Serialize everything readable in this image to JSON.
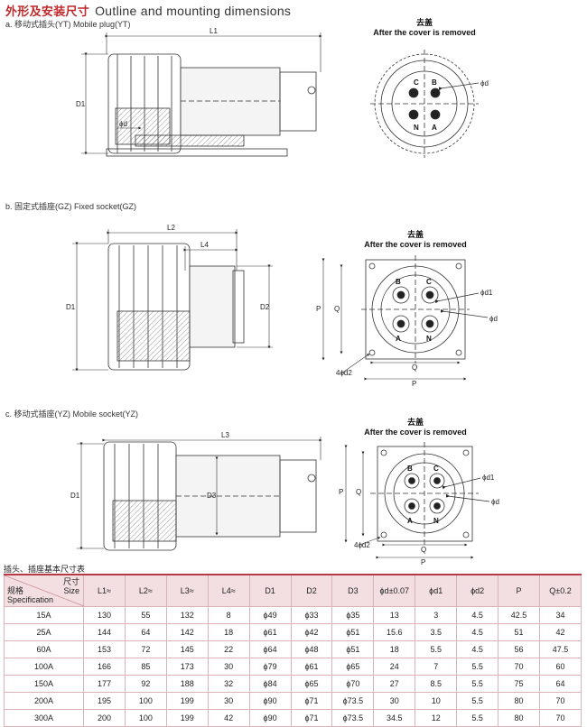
{
  "title_cn": "外形及安装尺寸",
  "title_en": "Outline and mounting dimensions",
  "sections": {
    "a": {
      "label": "a. 移动式插头(YT)  Mobile plug(YT)",
      "cover_cn": "去盖",
      "cover_en": "After the cover is removed"
    },
    "b": {
      "label": "b. 固定式插座(GZ)  Fixed socket(GZ)",
      "cover_cn": "去盖",
      "cover_en": "After the cover is removed"
    },
    "c": {
      "label": "c. 移动式插座(YZ)  Mobile socket(YZ)",
      "cover_cn": "去盖",
      "cover_en": "After the cover is removed"
    }
  },
  "dims": {
    "L1": "L1",
    "L2": "L2",
    "L3": "L3",
    "L4": "L4",
    "D1": "D1",
    "D2": "D2",
    "D3": "D3",
    "phi_d": "ϕd",
    "phi_d1": "ϕd1",
    "four_phi_d2": "4ϕd2",
    "P": "P",
    "Q": "Q"
  },
  "pins": [
    "C",
    "B",
    "N",
    "A"
  ],
  "table": {
    "title": "插头、插座基本尺寸表",
    "corner_top_cn": "尺寸",
    "corner_top_en": "Size",
    "corner_bottom_cn": "规格",
    "corner_bottom_en": "Specification",
    "headers": [
      "L1≈",
      "L2≈",
      "L3≈",
      "L4≈",
      "D1",
      "D2",
      "D3",
      "ϕd±0.07",
      "ϕd1",
      "ϕd2",
      "P",
      "Q±0.2"
    ],
    "rows": [
      [
        "15A",
        "130",
        "55",
        "132",
        "8",
        "ϕ49",
        "ϕ33",
        "ϕ35",
        "13",
        "3",
        "4.5",
        "42.5",
        "34"
      ],
      [
        "25A",
        "144",
        "64",
        "142",
        "18",
        "ϕ61",
        "ϕ42",
        "ϕ51",
        "15.6",
        "3.5",
        "4.5",
        "51",
        "42"
      ],
      [
        "60A",
        "153",
        "72",
        "145",
        "22",
        "ϕ64",
        "ϕ48",
        "ϕ51",
        "18",
        "5.5",
        "4.5",
        "56",
        "47.5"
      ],
      [
        "100A",
        "166",
        "85",
        "173",
        "30",
        "ϕ79",
        "ϕ61",
        "ϕ65",
        "24",
        "7",
        "5.5",
        "70",
        "60"
      ],
      [
        "150A",
        "177",
        "92",
        "188",
        "32",
        "ϕ84",
        "ϕ65",
        "ϕ70",
        "27",
        "8.5",
        "5.5",
        "75",
        "64"
      ],
      [
        "200A",
        "195",
        "100",
        "199",
        "30",
        "ϕ90",
        "ϕ71",
        "ϕ73.5",
        "30",
        "10",
        "5.5",
        "80",
        "70"
      ],
      [
        "300A",
        "200",
        "100",
        "199",
        "42",
        "ϕ90",
        "ϕ71",
        "ϕ73.5",
        "34.5",
        "12",
        "5.5",
        "80",
        "70"
      ]
    ]
  }
}
